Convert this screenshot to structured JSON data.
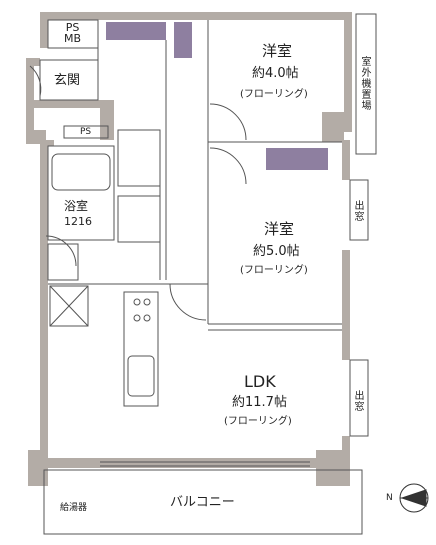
{
  "rooms": {
    "western1": {
      "name": "洋室",
      "size": "約4.0帖",
      "floor": "(フローリング)"
    },
    "western2": {
      "name": "洋室",
      "size": "約5.0帖",
      "floor": "(フローリング)"
    },
    "ldk": {
      "name": "LDK",
      "size": "約11.7帖",
      "floor": "(フローリング)"
    },
    "bath": {
      "name": "浴室",
      "size": "1216"
    },
    "entrance": {
      "name": "玄関"
    }
  },
  "labels": {
    "ps_mb": "PS\nMB",
    "ps": "PS",
    "outdoor_unit": "室外機置場",
    "bay_window1": "出窓",
    "bay_window2": "出窓",
    "water_heater": "給湯器",
    "balcony": "バルコニー",
    "north": "N"
  },
  "colors": {
    "wall": "#b3aca6",
    "storage": "#8e7fa0",
    "line": "#555555"
  }
}
